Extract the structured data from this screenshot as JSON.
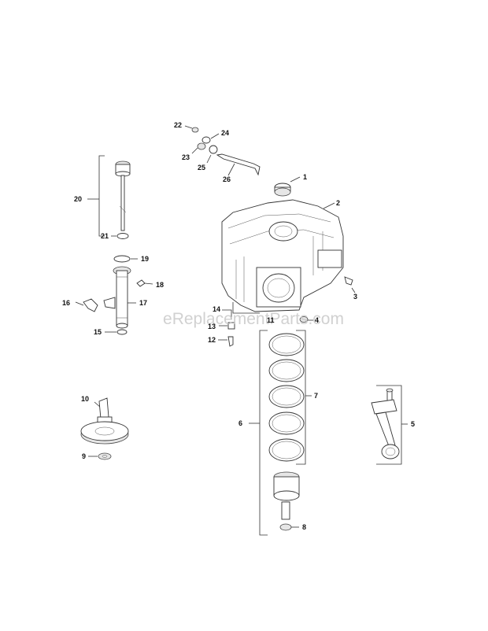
{
  "watermark": "eReplacementParts.com",
  "labels": {
    "l1": "1",
    "l2": "2",
    "l3": "3",
    "l4": "4",
    "l5": "5",
    "l6": "6",
    "l7": "7",
    "l8": "8",
    "l9": "9",
    "l10": "10",
    "l11": "11",
    "l12": "12",
    "l13": "13",
    "l14": "14",
    "l15": "15",
    "l16": "16",
    "l17": "17",
    "l18": "18",
    "l19": "19",
    "l20": "20",
    "l21": "21",
    "l22": "22",
    "l23": "23",
    "l24": "24",
    "l25": "25",
    "l26": "26"
  }
}
